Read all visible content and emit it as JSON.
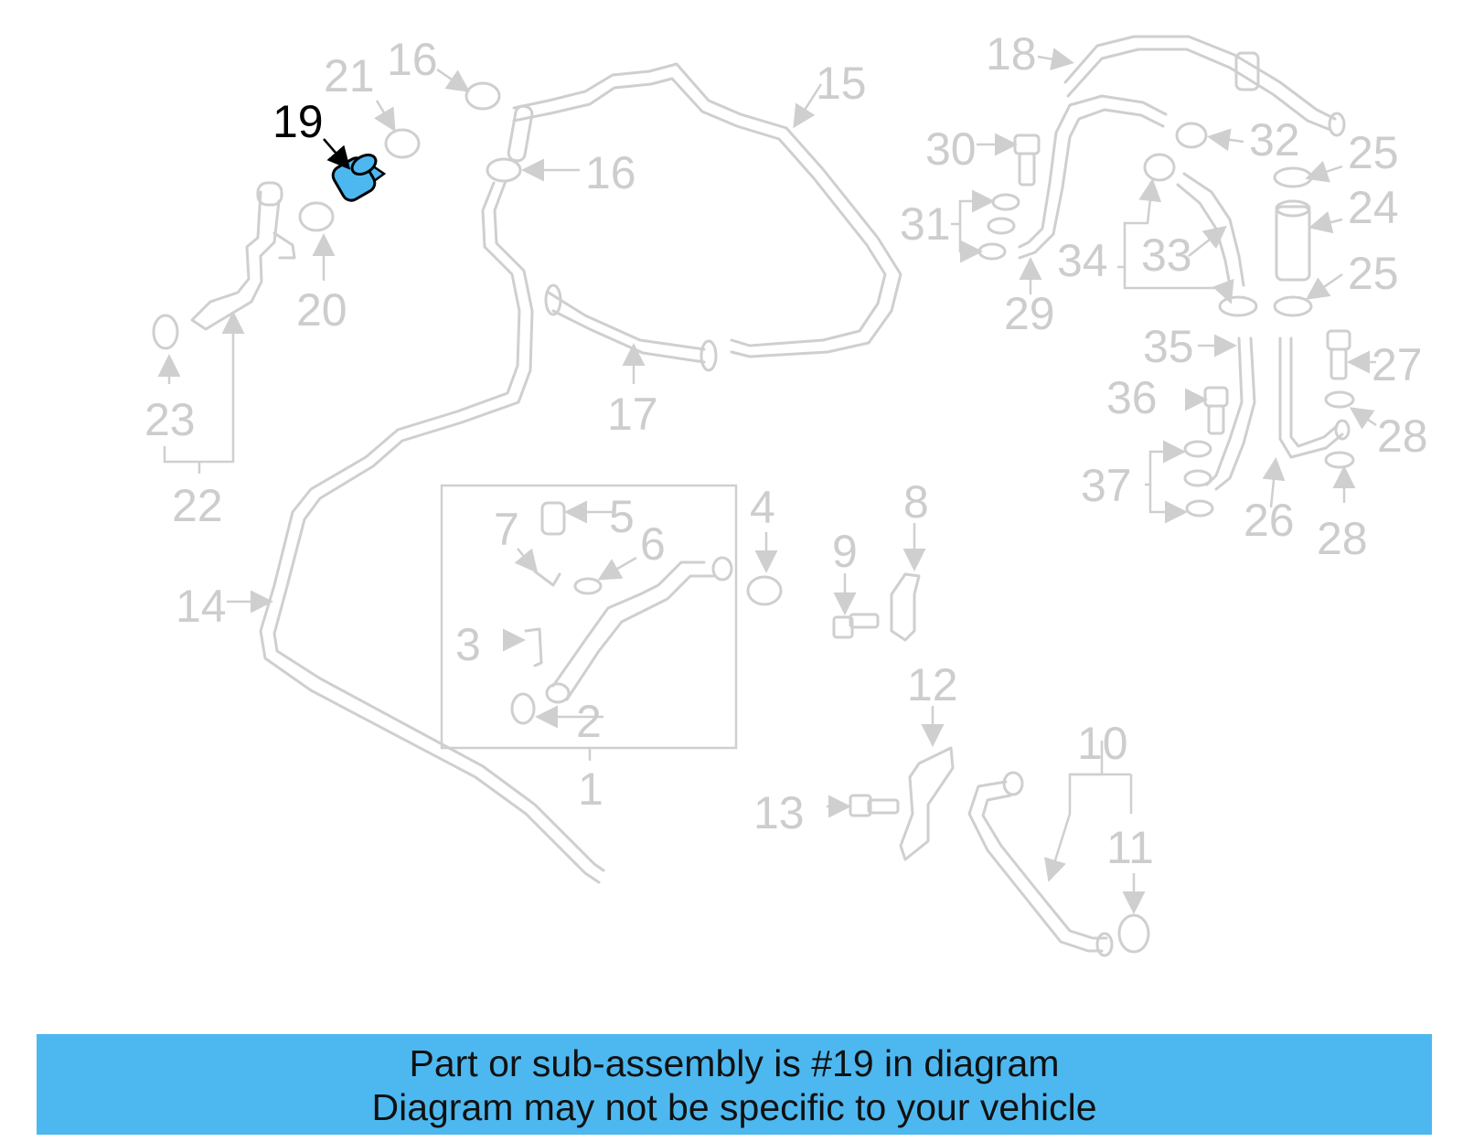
{
  "diagram": {
    "callouts": [
      "1",
      "2",
      "3",
      "4",
      "5",
      "6",
      "7",
      "8",
      "9",
      "10",
      "11",
      "12",
      "13",
      "14",
      "15",
      "16",
      "16",
      "17",
      "18",
      "19",
      "20",
      "21",
      "22",
      "23",
      "24",
      "25",
      "25",
      "26",
      "27",
      "28",
      "28",
      "29",
      "30",
      "31",
      "32",
      "33",
      "34",
      "35",
      "36",
      "37"
    ],
    "highlighted_callout": "19",
    "colors": {
      "highlight_part": "#4db8f0",
      "highlight_label": "#000000",
      "parts": "#cfcfcf"
    }
  },
  "banner": {
    "line1": "Part or sub-assembly is #19 in diagram",
    "line2": "Diagram may not be specific to your vehicle",
    "background": "#4db8f0"
  }
}
